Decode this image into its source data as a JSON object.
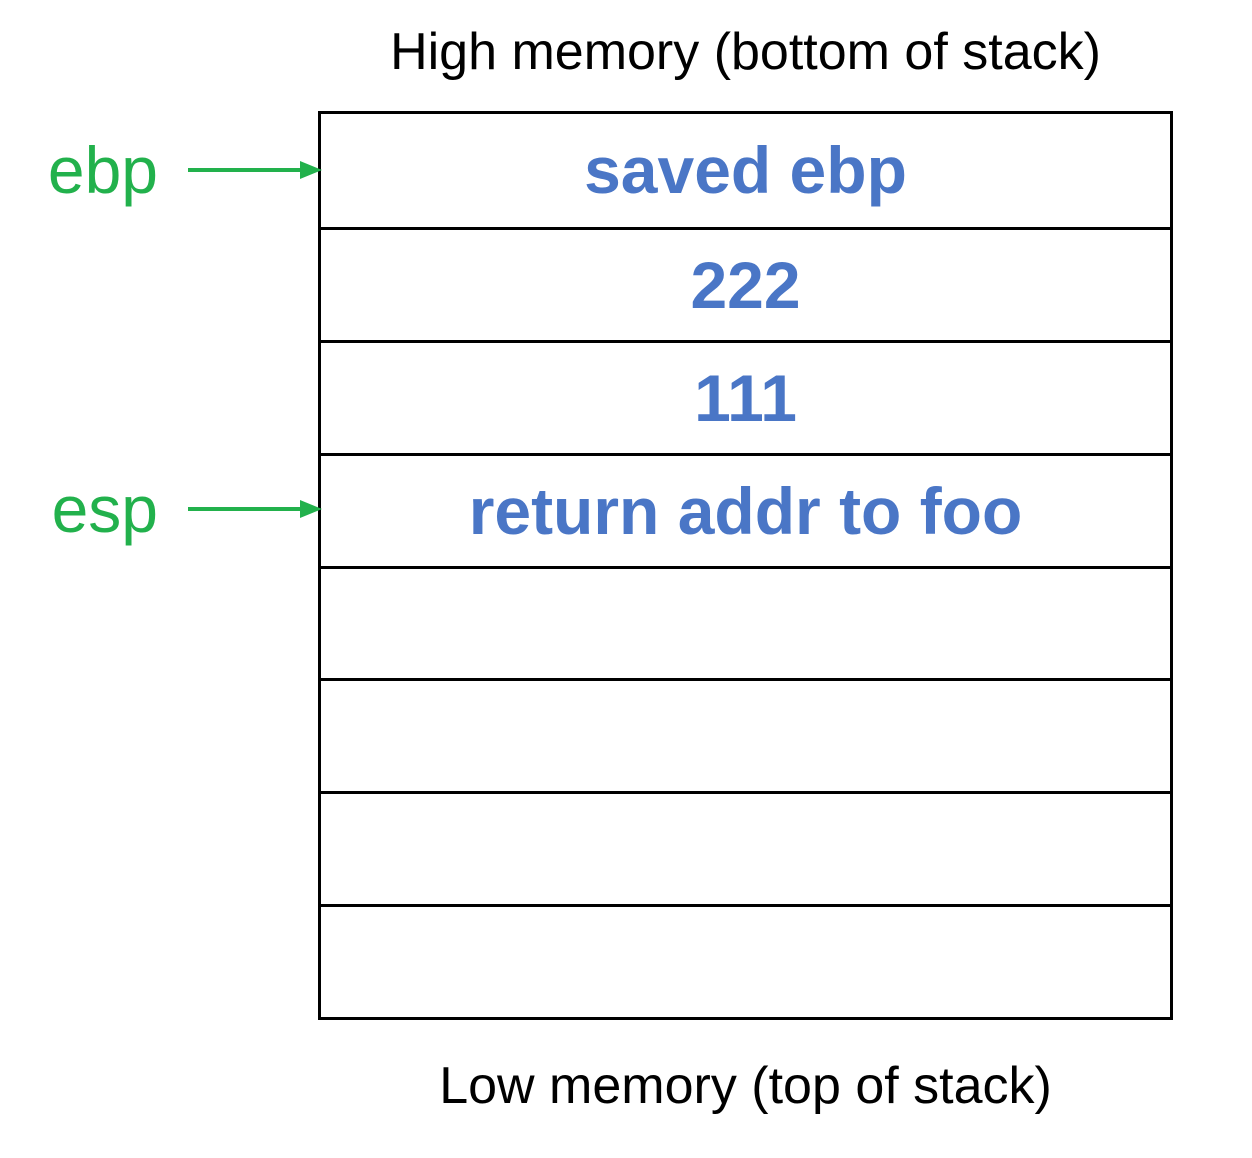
{
  "captions": {
    "top": "High memory (bottom of stack)",
    "bottom": "Low memory (top of stack)"
  },
  "stack": {
    "slots": [
      {
        "label": "saved ebp"
      },
      {
        "label": "222"
      },
      {
        "label": "111"
      },
      {
        "label": "return addr to foo"
      },
      {
        "label": ""
      },
      {
        "label": ""
      },
      {
        "label": ""
      },
      {
        "label": ""
      }
    ]
  },
  "pointers": [
    {
      "label": "ebp",
      "points_to_slot": 0
    },
    {
      "label": "esp",
      "points_to_slot": 3
    }
  ],
  "colors": {
    "slot_text": "#4a76c6",
    "pointer": "#22b14c",
    "border": "#000000",
    "caption": "#000000"
  }
}
